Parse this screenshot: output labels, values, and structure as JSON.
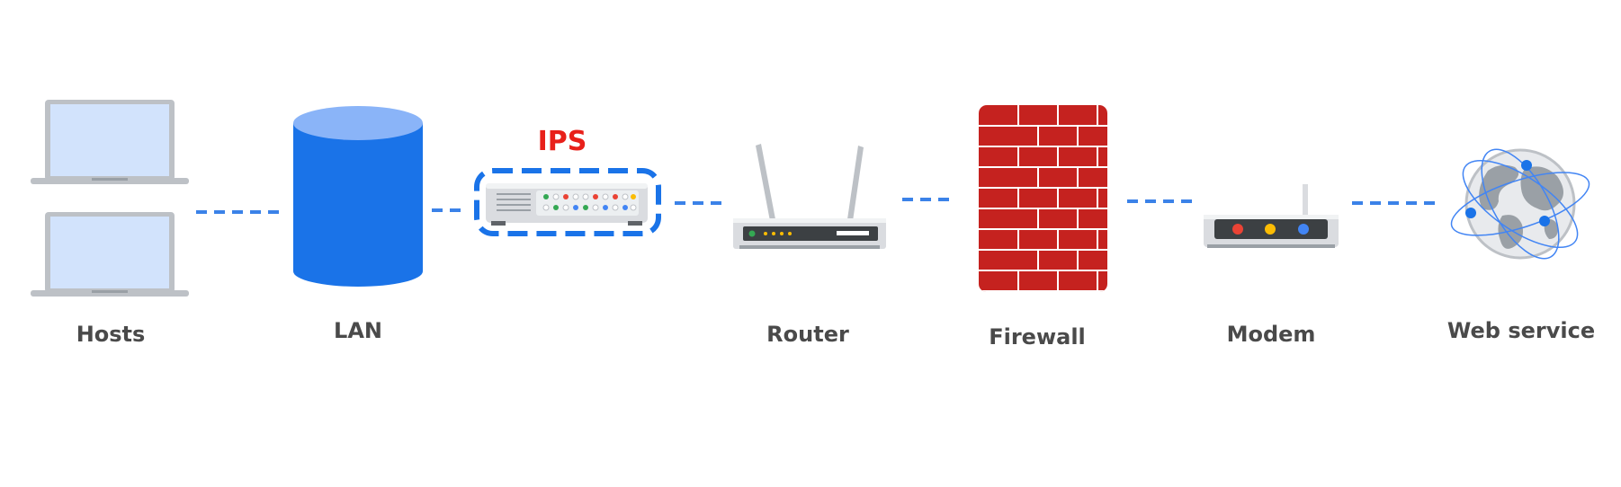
{
  "diagram": {
    "nodes": [
      {
        "id": "hosts",
        "label": "Hosts",
        "icon": "laptop-icon"
      },
      {
        "id": "lan",
        "label": "LAN",
        "icon": "database-cylinder-icon"
      },
      {
        "id": "ips",
        "label": "IPS",
        "icon": "network-switch-icon",
        "highlighted": true
      },
      {
        "id": "router",
        "label": "Router",
        "icon": "router-icon"
      },
      {
        "id": "firewall",
        "label": "Firewall",
        "icon": "brick-wall-icon"
      },
      {
        "id": "modem",
        "label": "Modem",
        "icon": "modem-icon"
      },
      {
        "id": "web",
        "label": "Web service",
        "icon": "globe-network-icon"
      }
    ],
    "connections": [
      [
        "hosts",
        "lan"
      ],
      [
        "lan",
        "ips"
      ],
      [
        "ips",
        "router"
      ],
      [
        "router",
        "firewall"
      ],
      [
        "firewall",
        "modem"
      ],
      [
        "modem",
        "web"
      ]
    ],
    "colors": {
      "connector": "#3b82e8",
      "ips_label": "#e8201a",
      "lan": "#1a73e8",
      "lan_top": "#8ab4f8",
      "firewall_brick": "#c5221f",
      "laptop_screen": "#d2e3fc",
      "device_body": "#dadce0"
    }
  }
}
